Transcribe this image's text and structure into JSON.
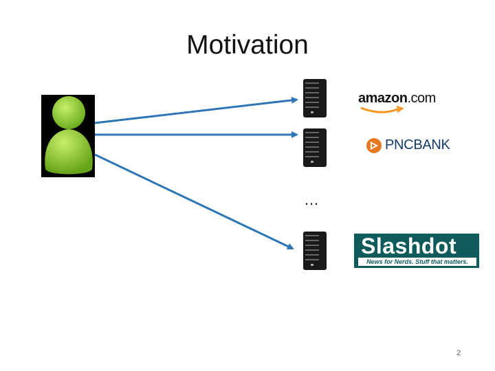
{
  "slide": {
    "title": "Motivation",
    "ellipsis": "…",
    "page_number": "2"
  },
  "person": {
    "icon": "user-icon",
    "color": "#8cc63f"
  },
  "servers": [
    {
      "icon": "server-icon",
      "site": "amazon.com"
    },
    {
      "icon": "server-icon",
      "site": "PNC BANK"
    },
    {
      "icon": "server-icon",
      "site": "Slashdot"
    }
  ],
  "logos": {
    "amazon": {
      "brand": "amazon",
      "suffix": ".com"
    },
    "pnc": {
      "text": "PNCBANK",
      "color": "#123b6c",
      "accent": "#e87722"
    },
    "slashdot": {
      "text": "Slashdot",
      "tagline": "News for Nerds. Stuff that matters.",
      "color": "#0f5a5a"
    }
  },
  "arrow_color": "#2e75b6"
}
